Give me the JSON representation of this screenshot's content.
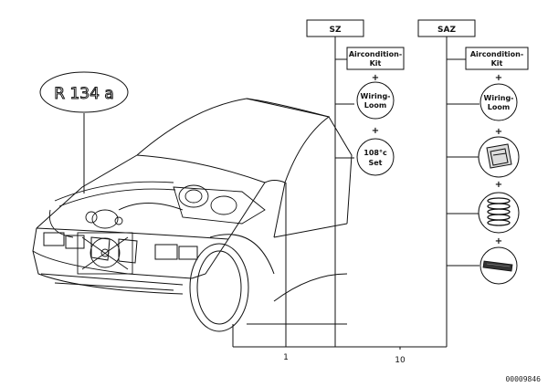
{
  "badge": {
    "text": "R 134 a"
  },
  "groups": [
    {
      "header": "SZ",
      "callout": "1",
      "items": [
        {
          "kind": "box",
          "lines": [
            "Aircondition-",
            "Kit"
          ]
        },
        {
          "kind": "circle",
          "lines": [
            "Wiring-",
            "Loom"
          ]
        },
        {
          "kind": "circle",
          "lines": [
            "108°c",
            "Set"
          ]
        }
      ]
    },
    {
      "header": "SAZ",
      "callout": "10",
      "items": [
        {
          "kind": "box",
          "lines": [
            "Aircondition-",
            "Kit"
          ]
        },
        {
          "kind": "circle",
          "lines": [
            "Wiring-",
            "Loom"
          ]
        },
        {
          "kind": "circle-part",
          "lines": [],
          "icon": "filter-drier-icon"
        },
        {
          "kind": "circle-part",
          "lines": [],
          "icon": "coil-spring-icon"
        },
        {
          "kind": "circle-part",
          "lines": [],
          "icon": "cable-strip-icon"
        }
      ]
    }
  ],
  "plus_sign": "+",
  "doc_number": "00009846"
}
